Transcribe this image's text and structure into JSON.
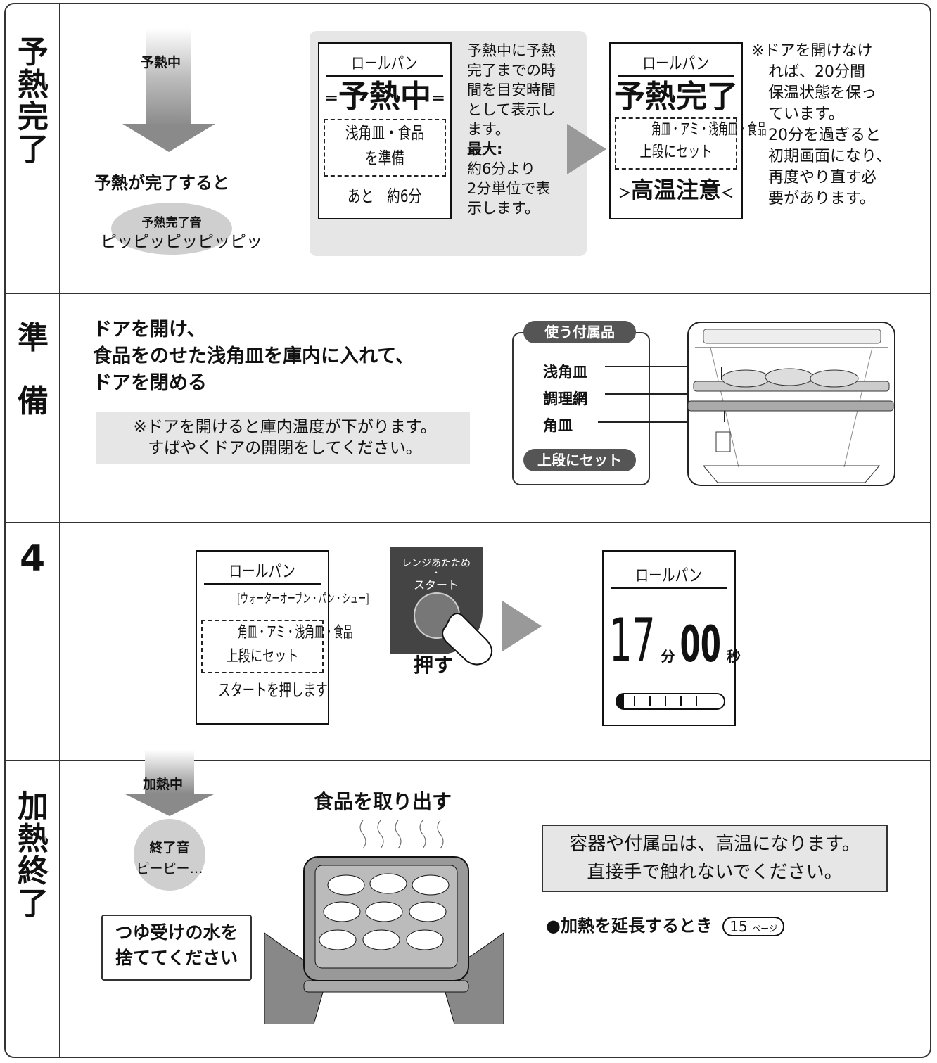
{
  "sections": {
    "preheat_done": "予熱完了",
    "prep": [
      "準",
      "備"
    ],
    "step4": "4",
    "heat_done": "加熱終了"
  },
  "preheat": {
    "arrow_label": "予熱中",
    "done_text": "予熱が完了すると",
    "sound_title": "予熱完了音",
    "sound_text": "ピッピッピッピッピッ",
    "lcd1": {
      "title": "ロールパン",
      "status": "予熱中",
      "line1": "浅角皿・食品",
      "line2": "を準備",
      "remain": "あと　約6分"
    },
    "note1": [
      "予熱中に予熱",
      "完了までの時",
      "間を目安時間",
      "として表示し",
      "ます。"
    ],
    "note1_bold": "最大:",
    "note1_tail": [
      "約6分より",
      "2分単位で表",
      "示します。"
    ],
    "lcd2": {
      "title": "ロールパン",
      "status": "予熱完了",
      "line1": "角皿・アミ・浅角皿・食品",
      "line2": "上段にセット",
      "warn": "高温注意"
    },
    "note2": [
      "※ドアを開けなけ",
      "れば、20分間",
      "保温状態を保っ",
      "ています。",
      "20分を過ぎると",
      "初期画面になり、",
      "再度やり直す必",
      "要があります。"
    ]
  },
  "prep": {
    "instruction": [
      "ドアを開け、",
      "食品をのせた浅角皿を庫内に入れて、",
      "ドアを閉める"
    ],
    "caution": [
      "※ドアを開けると庫内温度が下がります。",
      "すばやくドアの開閉をしてください。"
    ],
    "accessories_title": "使う付属品",
    "accessories": [
      "浅角皿",
      "調理網",
      "角皿"
    ],
    "position": "上段にセット"
  },
  "step4": {
    "lcd3": {
      "title": "ロールパン",
      "mode": "[ウォーターオーブン・パン・シュー]",
      "line1": "角皿・アミ・浅角皿・食品",
      "line2": "上段にセット",
      "line3": "スタートを押します"
    },
    "button_top": "レンジあたため",
    "button_dot": "・",
    "button_bottom": "スタート",
    "push": "押す",
    "lcd4": {
      "title": "ロールパン",
      "minutes": "17",
      "min_unit": "分",
      "seconds": "00",
      "sec_unit": "秒"
    },
    "progress": 0.0
  },
  "finish": {
    "arrow_label": "加熱中",
    "sound_title": "終了音",
    "sound_text": "ピーピー…",
    "drain": [
      "つゆ受けの水を",
      "捨ててください"
    ],
    "take_out": "食品を取り出す",
    "warning": [
      "容器や付属品は、高温になります。",
      "直接手で触れないでください。"
    ],
    "extend": "●加熱を延長するとき",
    "page_ref": "15",
    "page_unit": "ページ"
  }
}
